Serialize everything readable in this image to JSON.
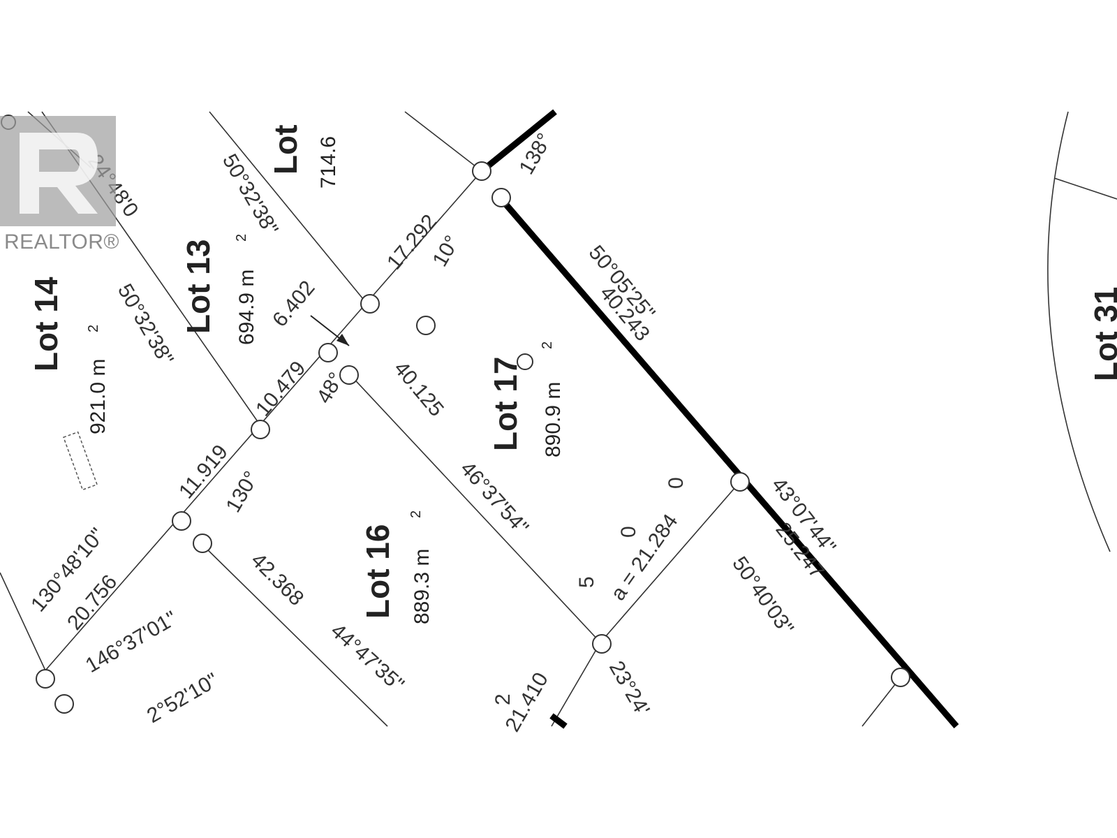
{
  "watermark": {
    "text": "REALTOR®"
  },
  "lots": [
    {
      "id": "lot14",
      "name": "Lot 14",
      "area": "921.0 m",
      "sup": "2"
    },
    {
      "id": "lot13",
      "name": "Lot 13",
      "area": "694.9 m",
      "sup": "2"
    },
    {
      "id": "lot12",
      "name": "Lot",
      "area": "714.6"
    },
    {
      "id": "lot17",
      "name": "Lot 17",
      "area": "890.9 m",
      "sup": "2"
    },
    {
      "id": "lot16",
      "name": "Lot 16",
      "area": "889.3 m",
      "sup": "2"
    },
    {
      "id": "lot31",
      "name": "Lot 31"
    }
  ],
  "dimensions": {
    "d1": "17.292",
    "d2": "6.402",
    "d3": "10.479",
    "d4": "11.919",
    "d5": "40.125",
    "d6": "40.243",
    "d7": "a = 21.284",
    "d8": "25.247",
    "d9": "42.368",
    "d10": "20.756",
    "d11": "21.410"
  },
  "bearings": {
    "b1": "50°32'38\"",
    "b2": "50°32'38\"",
    "b3": "24°48'0",
    "b4": "50°05'25\"",
    "b5": "46°37'54\"",
    "b6": "43°07'44\"",
    "b7": "50°40'03\"",
    "b8": "44°47'35\"",
    "b9": "130°48'10\"",
    "b10": "146°37'01\"",
    "b11": "2°52'10\"",
    "b12": "23°24'"
  },
  "angles": {
    "a1": "138°",
    "a2": "10°",
    "a3": "48°",
    "a4": "130°"
  },
  "marks": {
    "m1": "5",
    "m2": "0",
    "m3": "0",
    "m4": "2"
  }
}
